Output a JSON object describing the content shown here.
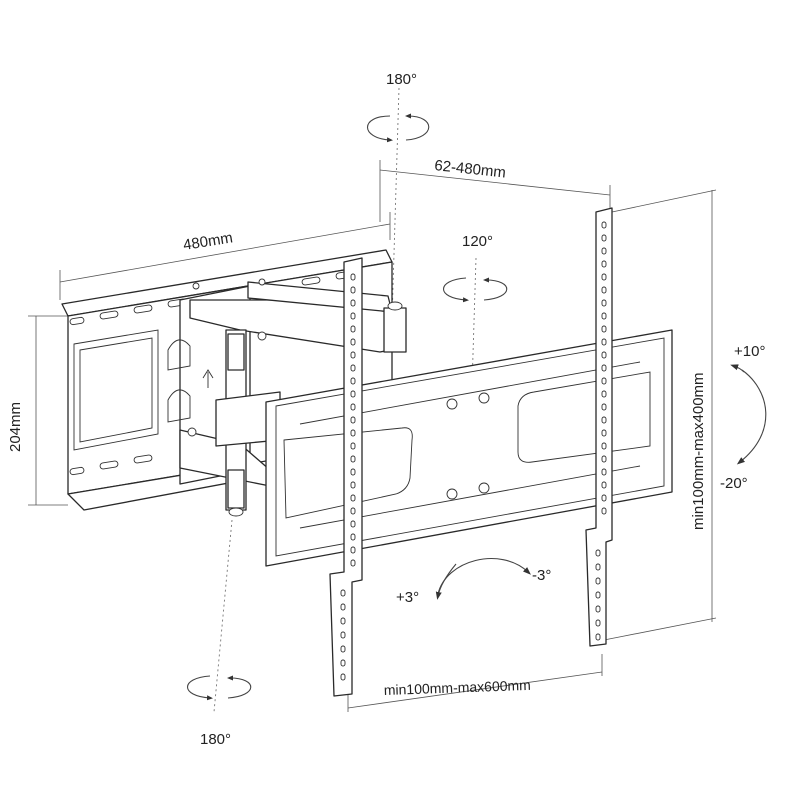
{
  "labels": {
    "swivel_top": "180°",
    "swivel_bottom": "180°",
    "swivel_mid": "120°",
    "arm_width": "480mm",
    "arm_extension": "62-480mm",
    "wall_height": "204mm",
    "vesa_vertical": "min100mm-max400mm",
    "vesa_horizontal": "min100mm-max600mm",
    "tilt_up": "+10°",
    "tilt_down": "-20°",
    "level_plus": "+3°",
    "level_minus": "-3°"
  }
}
